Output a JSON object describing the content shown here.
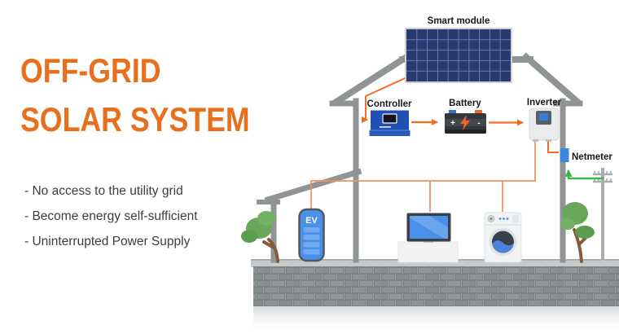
{
  "title": {
    "line1": "OFF-GRID",
    "line2": "SOLAR SYSTEM",
    "color": "#e8701c"
  },
  "bullets": [
    "- No access to the utility grid",
    "- Become energy self-sufficient",
    "- Uninterrupted Power Supply"
  ],
  "diagram": {
    "labels": {
      "smart_module": "Smart module",
      "controller": "Controller",
      "battery": "Battery",
      "inverter": "Inverter",
      "netmeter": "Netmeter",
      "ev": "EV"
    },
    "battery_symbols": {
      "plus": "+",
      "minus": "-"
    },
    "colors": {
      "accent_orange": "#e8701c",
      "wire_orange": "#f0935e",
      "arrow_orange": "#f26c22",
      "grid_green": "#3cb54a",
      "house_gray": "#919495",
      "panel_navy": "#2b3a6e",
      "panel_grid_blue": "#6a7ab0",
      "controller_blue": "#2150b5",
      "device_blue": "#4a90e8",
      "netmeter_blue": "#3d87dc",
      "battery_dark": "#33383d",
      "brick_gray": "#8f9396",
      "text_dark": "#3d3d3d"
    }
  }
}
